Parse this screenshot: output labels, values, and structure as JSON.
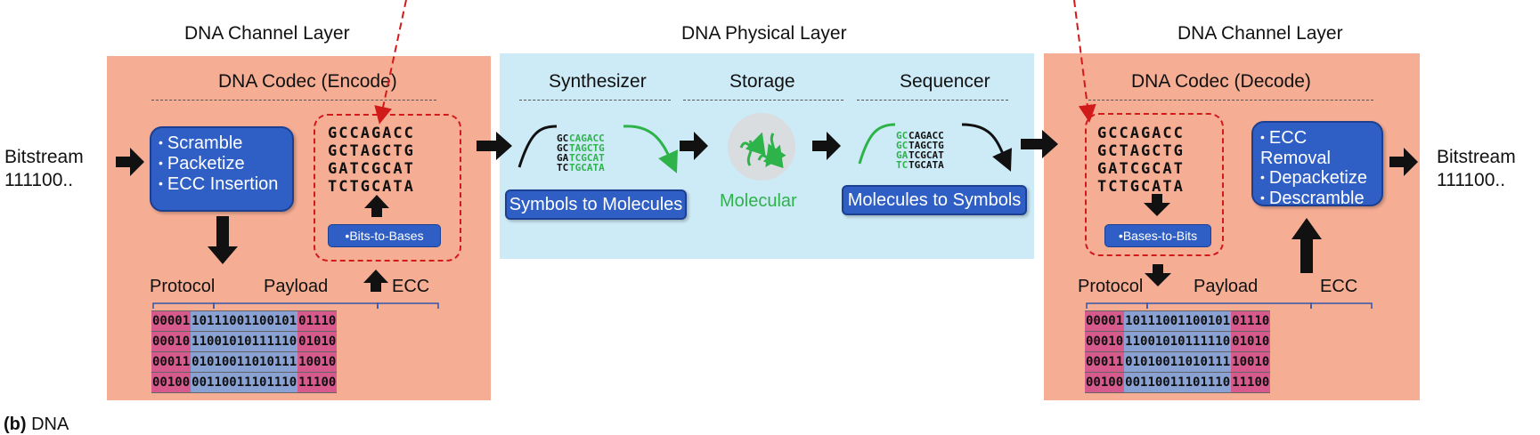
{
  "layers": {
    "left_title": "DNA Channel Layer",
    "middle_title": "DNA Physical Layer",
    "right_title": "DNA Channel Layer"
  },
  "encode": {
    "title": "DNA Codec (Encode)",
    "steps": [
      "Scramble",
      "Packetize",
      "ECC Insertion"
    ],
    "bases": "GCCAGACC\nGCTAGCTG\nGATCGCAT\nTCTGCATA",
    "bits_to_bases": "Bits-to-Bases"
  },
  "physical": {
    "synthesizer": "Synthesizer",
    "storage": "Storage",
    "sequencer": "Sequencer",
    "symbols_to_molecules": "Symbols to Molecules",
    "molecular": "Molecular",
    "molecules_to_symbols": "Molecules to Symbols",
    "mini_left_dark": "GC\nGC\nGA\nTC",
    "mini_left_green": "CAGACC\nTAGCTG\nTCGCAT\nTGCATA",
    "mini_right_green": "GC\nGC\nGA\nTC",
    "mini_right_dark": "CAGACC\nTAGCTG\nTCGCAT\nTGCATA"
  },
  "decode": {
    "title": "DNA Codec (Decode)",
    "steps": [
      "ECC Removal",
      "Depacketize",
      "Descramble"
    ],
    "bases": "GCCAGACC\nGCTAGCTG\nGATCGCAT\nTCTGCATA",
    "bases_to_bits": "Bases-to-Bits"
  },
  "bitstream": {
    "input_label": "Bitstream",
    "input_value": "111100..",
    "output_label": "Bitstream",
    "output_value": "111100.."
  },
  "packet": {
    "protocol_label": "Protocol",
    "payload_label": "Payload",
    "ecc_label": "ECC",
    "rows": [
      [
        "00001",
        "10111001100101",
        "01110"
      ],
      [
        "00010",
        "11001010111110",
        "01010"
      ],
      [
        "00011",
        "01010011010111",
        "10010"
      ],
      [
        "00100",
        "00110011101110",
        "11100"
      ]
    ]
  },
  "caption": {
    "label": "(b)",
    "text": "DNA"
  },
  "colors": {
    "codec_bg": "#f5ad94",
    "physical_bg": "#cdeaf7",
    "box_blue": "#2f5fc5",
    "dna_green": "#2db34a",
    "frame_red": "#d11a1a",
    "protocol_pink": "#d65a8c",
    "payload_blue": "#8aa1d3"
  }
}
